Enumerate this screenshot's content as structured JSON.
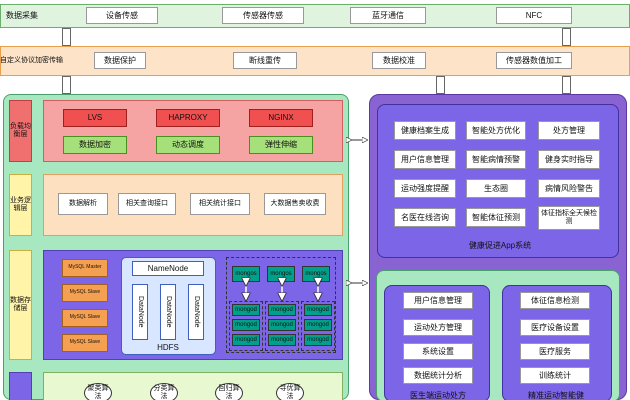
{
  "top_row": {
    "label": "数据采集",
    "items": [
      "设备传感",
      "传感器传感",
      "蓝牙通信",
      "NFC"
    ]
  },
  "second_row": {
    "label": "自定义协议加密传输",
    "items": [
      "数据保护",
      "断线重传",
      "数据校准",
      "传感器数值加工"
    ]
  },
  "left_panel": {
    "lb_layer": {
      "label": "负载均衡层",
      "top": [
        "LVS",
        "HAPROXY",
        "NGINX"
      ],
      "bottom": [
        "数据加密",
        "动态调度",
        "弹性伸缩"
      ]
    },
    "biz_layer": {
      "label": "业务逻辑层",
      "items": [
        "数据解析",
        "相关查询接口",
        "相关统计接口",
        "大数据售卖收费"
      ]
    },
    "storage_layer": {
      "label": "数据存储层",
      "mysql": [
        "MySQL Master",
        "MySQL Slave",
        "MySQL Slave",
        "MySQL Slave"
      ],
      "namenode": "NameNode",
      "datanodes": [
        "DataNode",
        "DataNode",
        "DataNode"
      ],
      "hdfs": "HDFS",
      "mongo_top": [
        "mongos",
        "mongos",
        "mongos"
      ],
      "mongo_grid": [
        "mongod",
        "mongod",
        "mongod",
        "mongod",
        "mongod",
        "mongod",
        "mongod",
        "mongod",
        "mongod"
      ]
    },
    "algo_layer": {
      "items": [
        "聚类算法",
        "分类算法",
        "回归算法",
        "寻优算法"
      ]
    }
  },
  "right_panel": {
    "app": {
      "title": "健康促进App系统",
      "items": [
        "健康档案生成",
        "智能处方优化",
        "处方管理",
        "用户信息管理",
        "智能病情预警",
        "健身实时指导",
        "运动强度提醒",
        "生态圈",
        "病情风险警告",
        "名医在线咨询",
        "智能体征预测",
        "体征指标全天候检测"
      ]
    },
    "doctor": {
      "items": [
        "用户信息管理",
        "运动处方管理",
        "系统设置",
        "数据统计分析"
      ],
      "title": "医生端运动处方"
    },
    "monitor": {
      "items": [
        "体征信息检测",
        "医疗设备设置",
        "医疗服务",
        "训练统计"
      ],
      "title": "精准运动智能健"
    }
  },
  "colors": {
    "left_panel": "#a8e8c0",
    "right_panel": "#8a63d2",
    "lb_band": "#f5a3a3",
    "red_box": "#f05050",
    "green_box": "#a6e07a",
    "orange_band": "#fde0c0",
    "yellow_side": "#fff4a8",
    "violet": "#7c65e6",
    "teal": "#00a08a"
  }
}
